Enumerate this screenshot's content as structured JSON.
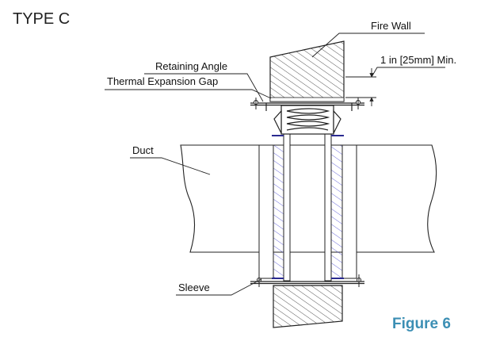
{
  "diagram": {
    "title": "TYPE C",
    "figure_label": "Figure 6",
    "labels": {
      "fire_wall": "Fire Wall",
      "retaining_angle": "Retaining Angle",
      "thermal_gap": "Thermal Expansion Gap",
      "clearance": "1 in [25mm]  Min.",
      "duct": "Duct",
      "sleeve": "Sleeve"
    },
    "colors": {
      "figure_label": "#3c8fb4",
      "line": "#222222",
      "hatch": "#555555",
      "sleeve_hatch": "#5a5ad6",
      "gasket_blue": "#2a2a90"
    }
  }
}
